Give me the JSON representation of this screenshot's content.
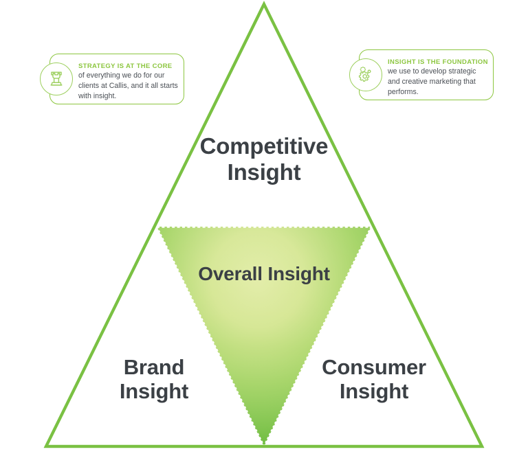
{
  "diagram": {
    "title_label_competitive": "Competitive\nInsight",
    "title_label_overall": "Overall Insight",
    "title_label_brand": "Brand\nInsight",
    "title_label_consumer": "Consumer\nInsight"
  },
  "colors": {
    "outer_triangle_stroke": "#7ac143",
    "inner_gradient_center": "#dde9a0",
    "inner_gradient_edge": "#76bf43",
    "callout_border": "#8cc63f",
    "callout_heading": "#8cc63f",
    "callout_body_text": "#4a4f55",
    "label_text": "#3b4045",
    "background": "#ffffff"
  },
  "callouts": [
    {
      "id": "strategy",
      "icon": "chess-rook-icon",
      "heading": "Strategy is at the core",
      "body": "of everything we do for our clients at Callis, and it all starts with insight."
    },
    {
      "id": "foundation",
      "icon": "gears-icon",
      "heading": "Insight is the foundation",
      "body": "we use to develop strategic and creative marketing that performs."
    }
  ],
  "chart_data": {
    "type": "diagram",
    "shape": "pyramid",
    "title": "",
    "segments": [
      {
        "name": "Competitive Insight",
        "position": "top"
      },
      {
        "name": "Brand Insight",
        "position": "bottom-left"
      },
      {
        "name": "Consumer Insight",
        "position": "bottom-right"
      },
      {
        "name": "Overall Insight",
        "position": "center-inverted"
      }
    ],
    "annotations": [
      "Strategy is at the core of everything we do for our clients at Callis, and it all starts with insight.",
      "Insight is the foundation we use to develop strategic and creative marketing that performs."
    ]
  }
}
